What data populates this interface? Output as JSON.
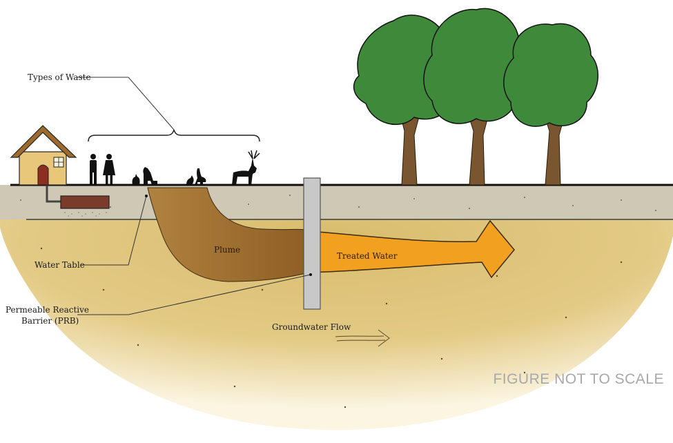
{
  "labels": {
    "types_of_waste": "Types of Waste",
    "water_table": "Water Table",
    "prb_line1": "Permeable Reactive",
    "prb_line2": "Barrier (PRB)",
    "plume": "Plume",
    "treated_water": "Treated Water",
    "groundwater_flow": "Groundwater Flow",
    "scale_note": "FIGURE NOT TO SCALE"
  },
  "colors": {
    "soil": "#d9bd6e",
    "topsoil": "#cfc8b4",
    "plume": "#a9793a",
    "treated_water": "#f2a020",
    "barrier": "#c8c8c8",
    "foliage": "#3f8a3a",
    "trunk": "#7a5630",
    "house_wall": "#e9c77a",
    "house_roof": "#9b6a2c",
    "septic_tank": "#7a3b2a"
  },
  "icons": [
    "house-icon",
    "man-icon",
    "woman-icon",
    "dog-icon",
    "cat-icon",
    "bird-icon",
    "goose-icon",
    "deer-icon",
    "tree-icon"
  ]
}
